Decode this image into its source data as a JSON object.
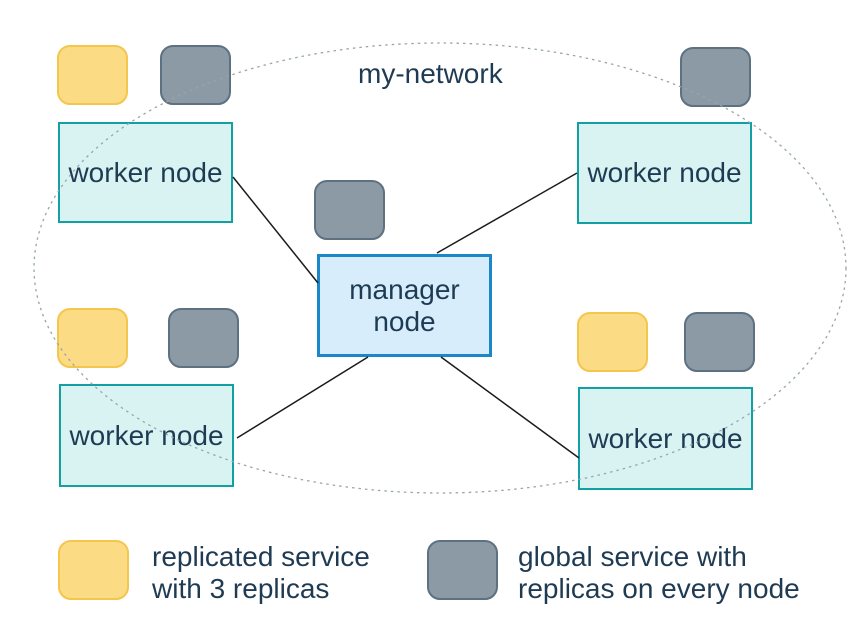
{
  "network": {
    "label": "my-network"
  },
  "nodes": {
    "manager": {
      "label": "manager node"
    },
    "workers": [
      {
        "label": "worker node"
      },
      {
        "label": "worker node"
      },
      {
        "label": "worker node"
      },
      {
        "label": "worker node"
      }
    ]
  },
  "legend": {
    "items": [
      {
        "type": "replicated",
        "line1": "replicated service",
        "line2": "with 3 replicas"
      },
      {
        "type": "global",
        "line1": "global service with",
        "line2": "replicas on every node"
      }
    ]
  },
  "colors": {
    "text": "#1f3b53",
    "worker-fill": "#d9f3f2",
    "worker-border": "#12a0a2",
    "manager-fill": "#d7edfb",
    "manager-border": "#1b86c8",
    "replicated-fill": "#fbdb84",
    "replicated-border": "#f4c64e",
    "global-fill": "#8c9aa6",
    "global-border": "#5d7181",
    "network-dash": "#97a5ae",
    "link": "#1b1b1b"
  }
}
